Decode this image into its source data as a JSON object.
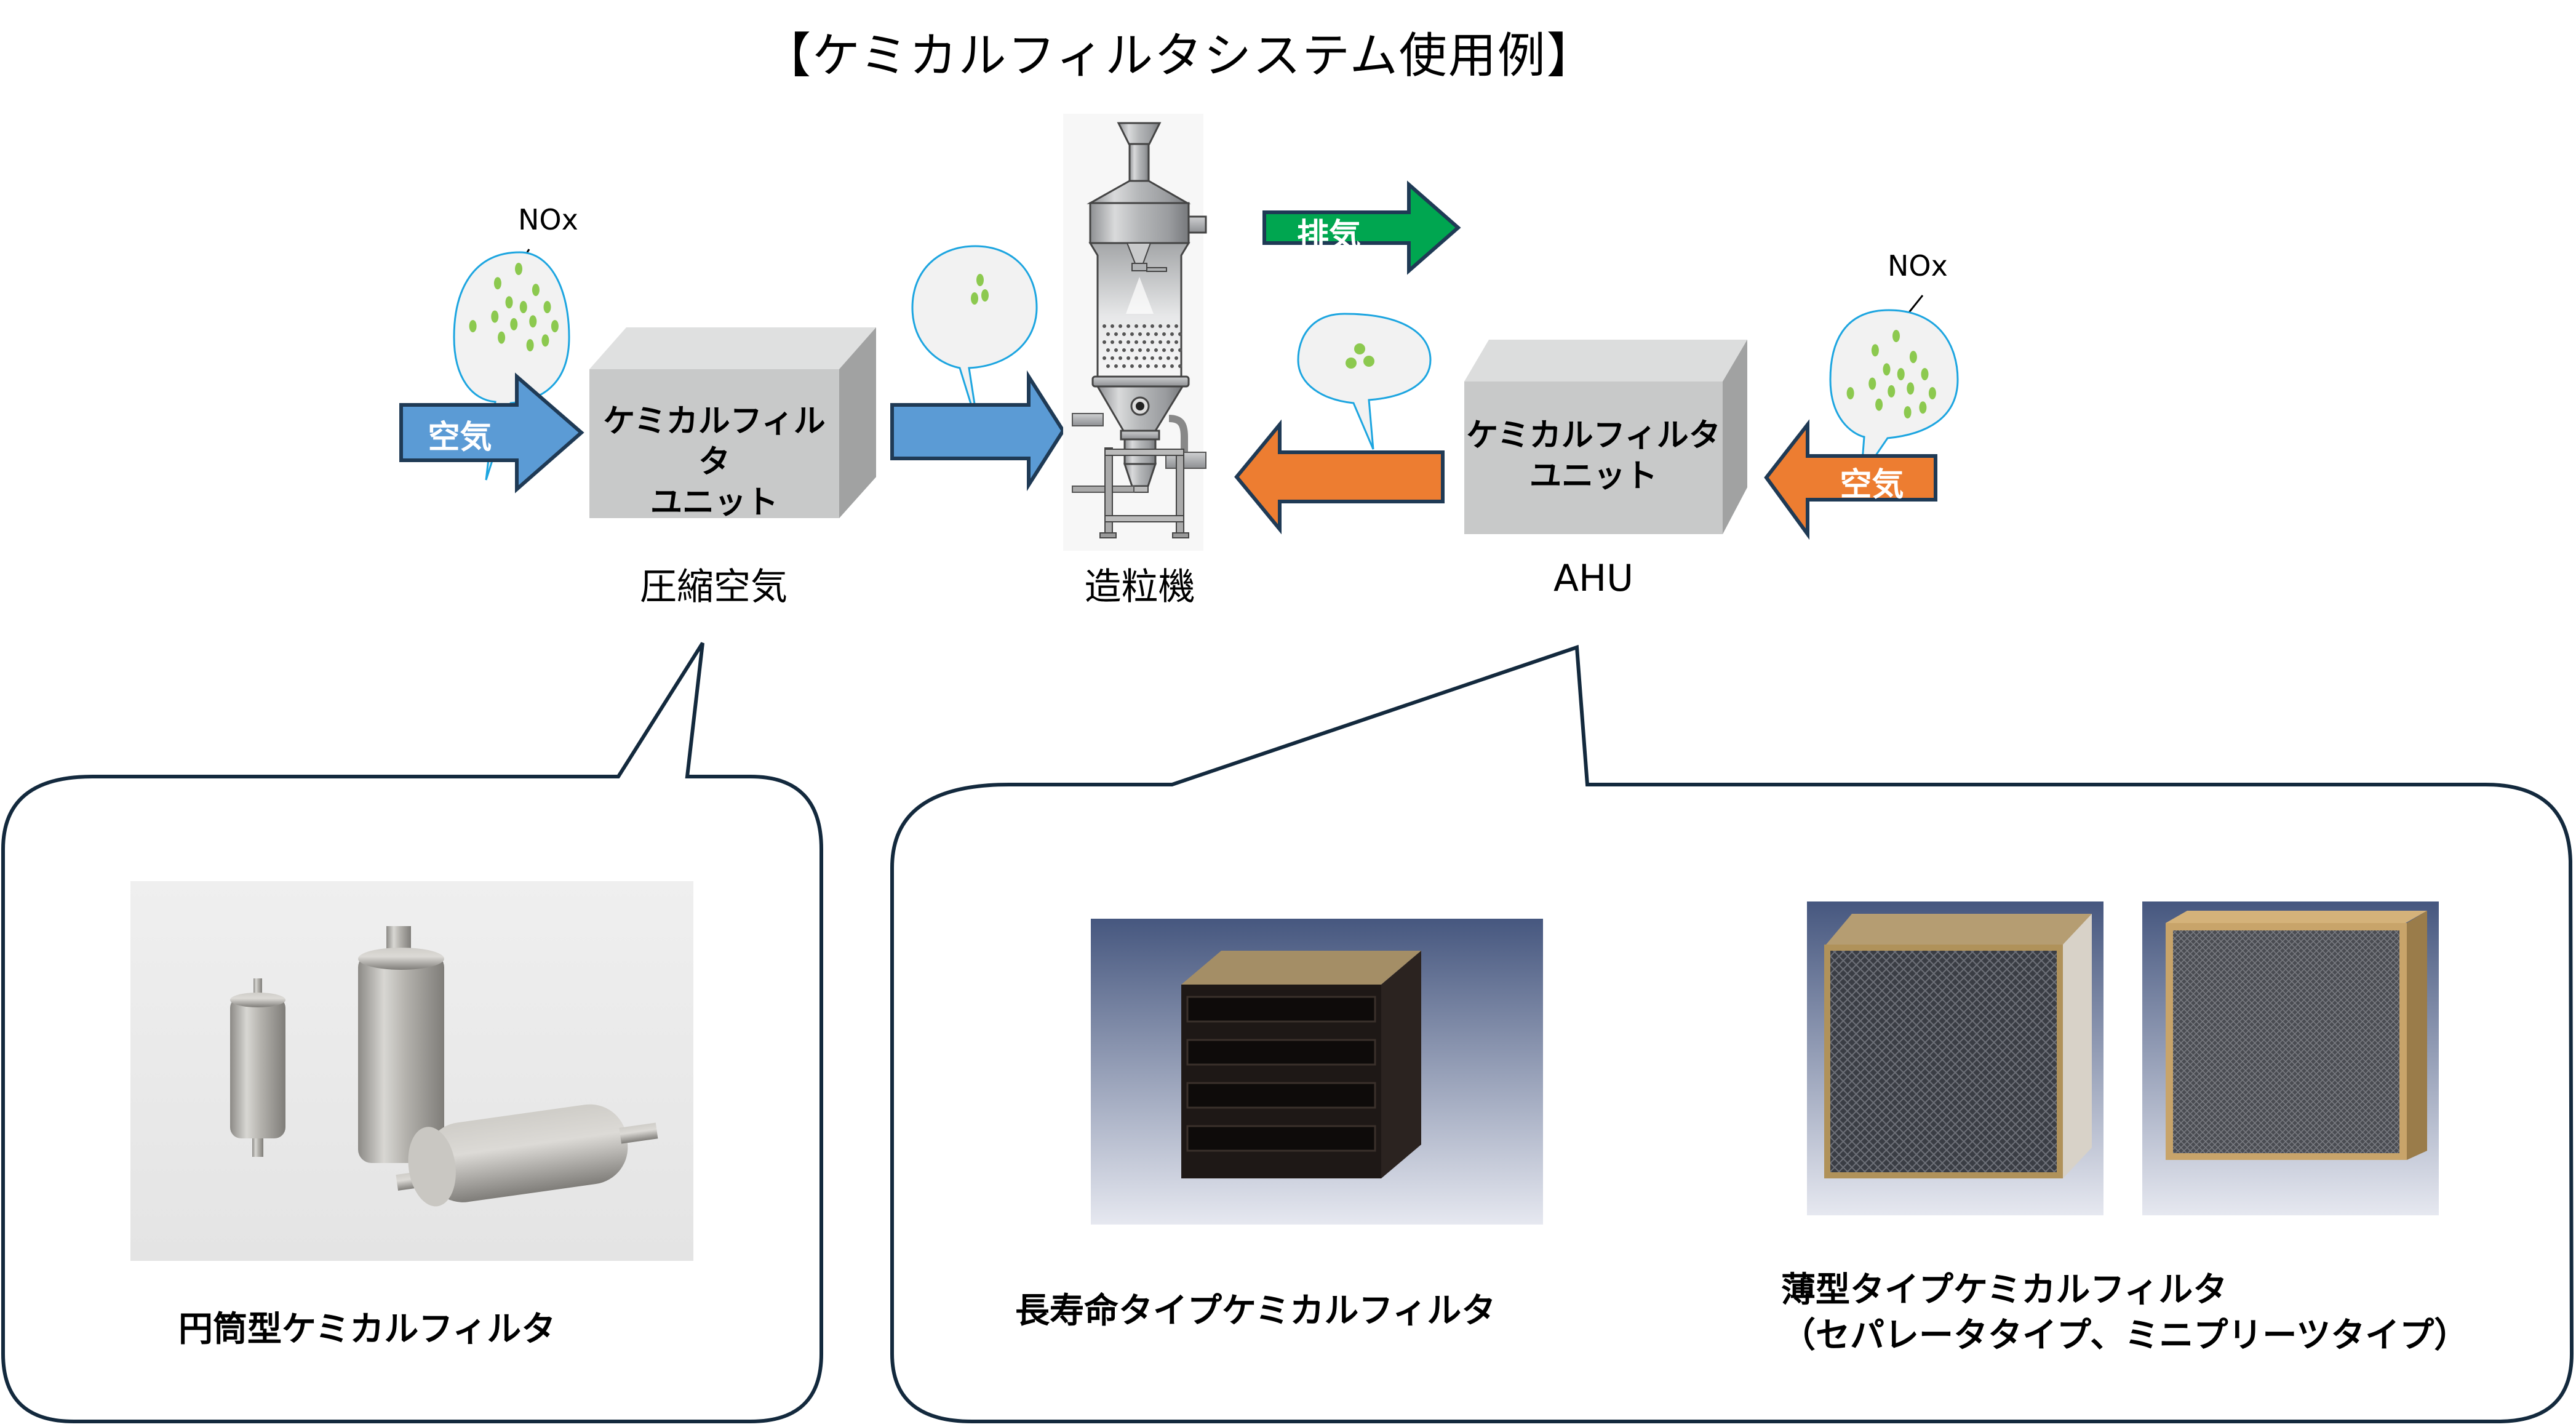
{
  "title": "【ケミカルフィルタシステム使用例】",
  "colors": {
    "blue_arrow": "#5B9BD5",
    "orange_arrow": "#ED7D31",
    "green_arrow": "#00A650",
    "arrow_outline": "#1F3A55",
    "bubble_outline": "#1CA5E0",
    "nox_dot": "#8CC94F",
    "unit_box": "#C8C9C9",
    "callout_outline": "#13293D"
  },
  "left_system": {
    "nox_label": "NOx",
    "input_arrow_label": "空気",
    "unit_label_line1": "ケミカルフィルタ",
    "unit_label_line2": "ユニット",
    "caption": "圧縮空気"
  },
  "center": {
    "machine_caption": "造粒機",
    "exhaust_arrow_label": "排気"
  },
  "right_system": {
    "nox_label": "NOx",
    "input_arrow_label": "空気",
    "unit_label_line1": "ケミカルフィルタ",
    "unit_label_line2": "ユニット",
    "caption": "AHU"
  },
  "products": {
    "cylindrical": {
      "image_alt": "cylindrical-chemical-filter-photo",
      "caption": "円筒型ケミカルフィルタ"
    },
    "long_life": {
      "image_alt": "long-life-chemical-filter-photo",
      "caption": "長寿命タイプケミカルフィルタ"
    },
    "thin": {
      "image_alt": "thin-chemical-filter-photos",
      "caption_line1": "薄型タイプケミカルフィルタ",
      "caption_line2": "（セパレータタイプ、ミニプリーツタイプ）"
    }
  }
}
